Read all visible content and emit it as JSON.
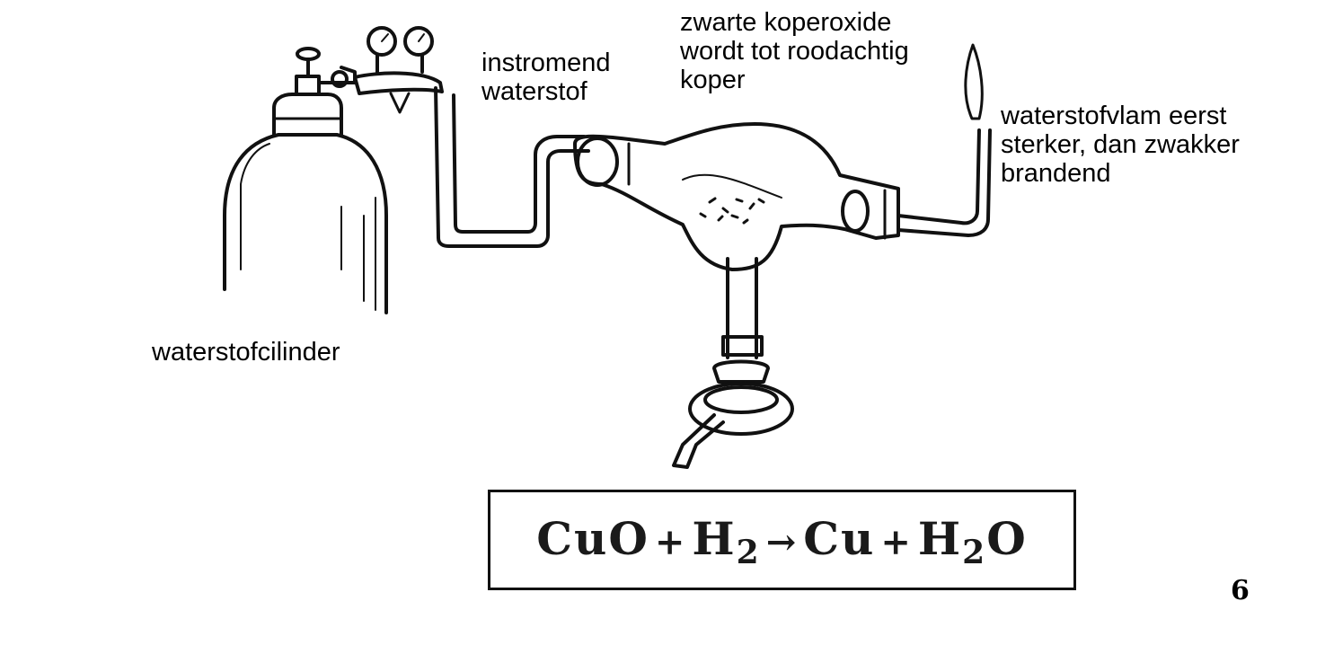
{
  "labels": {
    "cylinder": [
      "waterstofcilinder"
    ],
    "inflow": [
      "instromend",
      "waterstof"
    ],
    "oxide": [
      "zwarte koperoxide",
      "wordt tot roodachtig",
      "koper"
    ],
    "flame": [
      "waterstofvlam eerst",
      "sterker, dan zwakker",
      "brandend"
    ]
  },
  "equation": {
    "reactant1": "CuO",
    "plus1": "+",
    "reactant2": "H",
    "reactant2_sub": "2",
    "arrow": "→",
    "product1": "Cu",
    "plus2": "+",
    "product2_a": "H",
    "product2_sub": "2",
    "product2_b": "O"
  },
  "page_number": "6",
  "colors": {
    "ink": "#111111",
    "background": "#ffffff"
  }
}
